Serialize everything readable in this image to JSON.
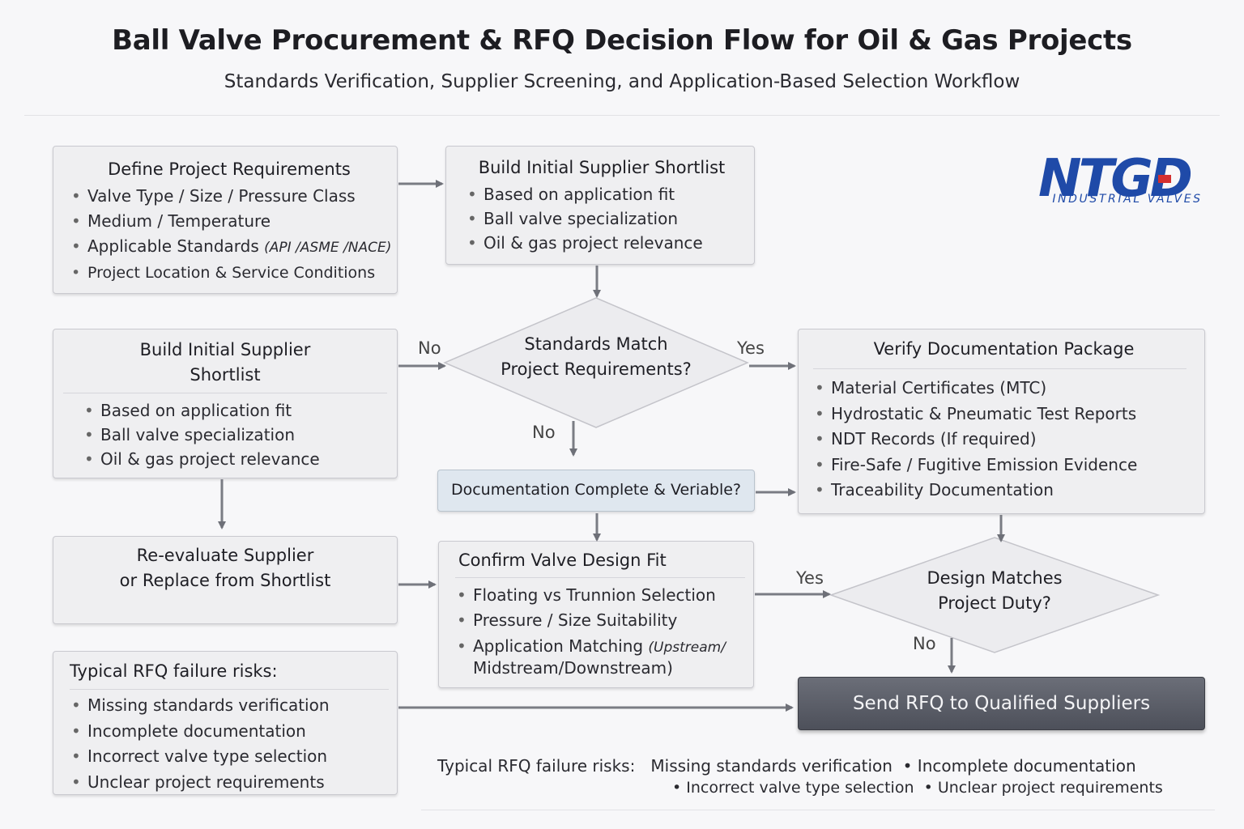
{
  "header": {
    "title": "Ball Valve Procurement & RFQ Decision Flow for Oil & Gas Projects",
    "subtitle": "Standards Verification, Supplier Screening, and Application-Based Selection Workflow"
  },
  "logo": {
    "mark": "NTGD",
    "tagline": "INDUSTRIAL VALVES",
    "colors": {
      "blue": "#1f4aa8",
      "red": "#d32f2f"
    }
  },
  "boxes": {
    "define": {
      "title": "Define Project Requirements",
      "items": [
        "Valve Type / Size / Pressure Class",
        "Medium / Temperature",
        "Applicable Standards",
        "Project Location & Service Conditions"
      ],
      "standards_note": "(API /ASME /NACE)"
    },
    "shortlist_top": {
      "title": "Build Initial Supplier Shortlist",
      "items": [
        "Based on application fit",
        "Ball valve specialization",
        "Oil & gas project relevance"
      ]
    },
    "shortlist_left": {
      "title_line1": "Build Initial Supplier",
      "title_line2": "Shortlist",
      "items": [
        "Based on application fit",
        "Ball valve specialization",
        "Oil & gas project relevance"
      ]
    },
    "verify_docs": {
      "title": "Verify Documentation Package",
      "items": [
        "Material Certificates (MTC)",
        "Hydrostatic & Pneumatic Test Reports",
        "NDT Records (If required)",
        "Fire-Safe / Fugitive Emission Evidence",
        "Traceability Documentation"
      ]
    },
    "doc_complete": {
      "label": "Documentation Complete & Veriable?"
    },
    "reevaluate": {
      "title_line1": "Re-evaluate Supplier",
      "title_line2": "or Replace from Shortlist"
    },
    "confirm_design": {
      "title": "Confirm Valve Design Fit",
      "items": [
        "Floating vs Trunnion Selection",
        "Pressure / Size Suitability"
      ],
      "app_line1": "Application Matching",
      "app_note": "(Upstream/",
      "app_line2": "Midstream/Downstream)"
    },
    "risks": {
      "title_prefix": "Typical RFQ",
      "title_bold": "failure risks:",
      "items": [
        "Missing standards verification",
        "Incomplete documentation",
        "Incorrect valve type selection",
        "Unclear project requirements"
      ]
    },
    "send": {
      "label": "Send RFQ to Qualified Suppliers"
    }
  },
  "decisions": {
    "standards": {
      "line1": "Standards Match",
      "line2": "Project Requirements?"
    },
    "design": {
      "line1": "Design Matches",
      "line2": "Project Duty?"
    }
  },
  "labels": {
    "no_left": "No",
    "yes_right": "Yes",
    "no_down": "No",
    "yes_design": "Yes",
    "no_design": "No"
  },
  "bottom_risks": {
    "prefix": "Typical RFQ failure risks:",
    "item1": "Missing standards verification",
    "item2": "Incomplete documentation",
    "item3": "Incorrect valve type selection",
    "item4": "Unclear project requirements"
  }
}
